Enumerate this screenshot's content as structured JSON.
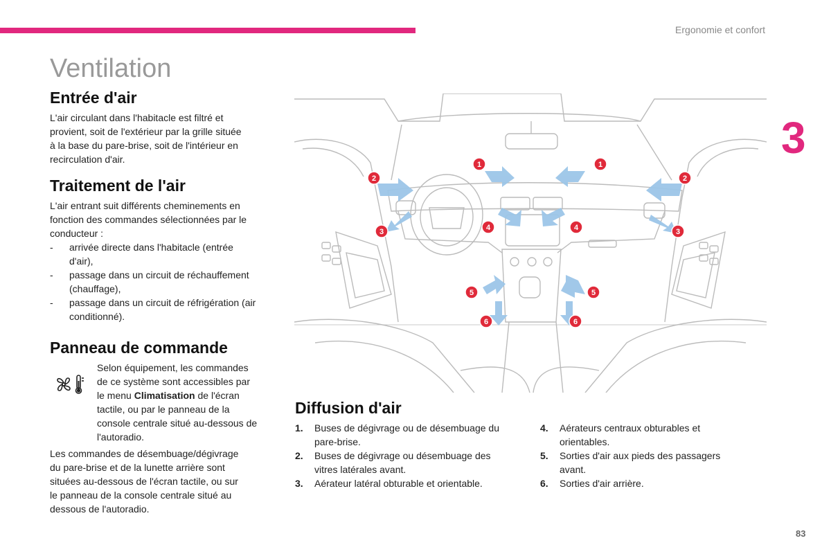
{
  "header": {
    "section": "Ergonomie et confort",
    "chapter": "3",
    "page_number": "83"
  },
  "title": "Ventilation",
  "entree": {
    "heading": "Entrée d'air",
    "lines": [
      "L'air circulant dans l'habitacle est filtré et",
      "provient, soit de l'extérieur par la grille située",
      "à la base du pare-brise, soit de l'intérieur en",
      "recirculation d'air."
    ]
  },
  "traitement": {
    "heading": "Traitement de l'air",
    "lines": [
      "L'air entrant suit différents cheminements en",
      "fonction des commandes sélectionnées par le",
      "conducteur :"
    ],
    "items": [
      [
        "arrivée directe dans l'habitacle (entrée",
        "d'air),"
      ],
      [
        "passage dans un circuit de réchauffement",
        "(chauffage),"
      ],
      [
        "passage dans un circuit de réfrigération (air",
        "conditionné)."
      ]
    ]
  },
  "panneau": {
    "heading": "Panneau de commande",
    "icon": "fan-thermometer-icon",
    "lines_before": [
      "Selon équipement, les commandes",
      "de ce système sont accessibles par",
      "le menu "
    ],
    "bold_word": "Climatisation",
    "line3_after": " de l'écran",
    "lines_after": [
      "tactile, ou par le panneau de la",
      "console centrale situé au-dessous de",
      "l'autoradio."
    ],
    "para2": [
      "Les commandes de désembuage/dégivrage",
      "du pare-brise et de la lunette arrière sont",
      "situées au-dessous de l'écran tactile, ou sur",
      "le panneau de la console centrale situé au",
      "dessous de l'autoradio."
    ]
  },
  "diffusion": {
    "heading": "Diffusion d'air",
    "col1": [
      {
        "num": "1.",
        "lines": [
          "Buses de dégivrage ou de désembuage du",
          "pare-brise."
        ]
      },
      {
        "num": "2.",
        "lines": [
          "Buses de dégivrage ou désembuage des",
          "vitres latérales avant."
        ]
      },
      {
        "num": "3.",
        "lines": [
          "Aérateur latéral obturable et orientable."
        ]
      }
    ],
    "col2": [
      {
        "num": "4.",
        "lines": [
          "Aérateurs centraux obturables et",
          "orientables."
        ]
      },
      {
        "num": "5.",
        "lines": [
          "Sorties d'air aux pieds des passagers",
          "avant."
        ]
      },
      {
        "num": "6.",
        "lines": [
          "Sorties d'air arrière."
        ]
      }
    ]
  },
  "diagram": {
    "markers": [
      "1",
      "1",
      "2",
      "2",
      "3",
      "3",
      "4",
      "4",
      "5",
      "5",
      "6",
      "6"
    ],
    "colors": {
      "marker": "#e02a3a",
      "arrow": "#9cc6e8",
      "line": "#b8b8b8"
    }
  }
}
